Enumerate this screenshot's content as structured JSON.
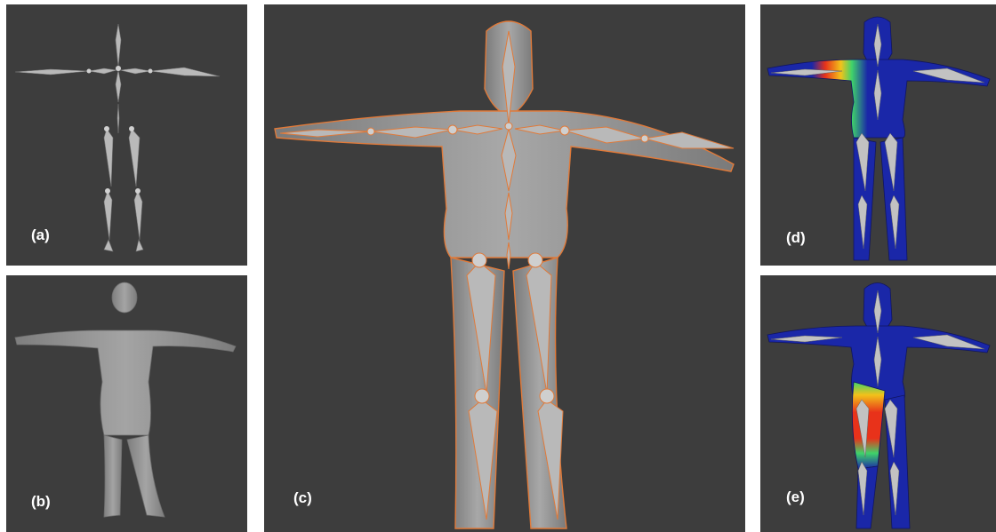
{
  "panels": {
    "a": {
      "label": "(a)"
    },
    "b": {
      "label": "(b)"
    },
    "c": {
      "label": "(c)"
    },
    "d": {
      "label": "(d)"
    },
    "e": {
      "label": "(e)"
    }
  },
  "colors": {
    "viewport_bg": "#3d3d3d",
    "bone": "#b9b9b9",
    "mesh": "#8e8e8e",
    "selection_outline": "#e07a3a",
    "weight_low": "#1a27a8",
    "weight_high": "#e8321a"
  },
  "icons": [
    "armature-skeleton",
    "human-mesh",
    "weight-heatmap"
  ]
}
